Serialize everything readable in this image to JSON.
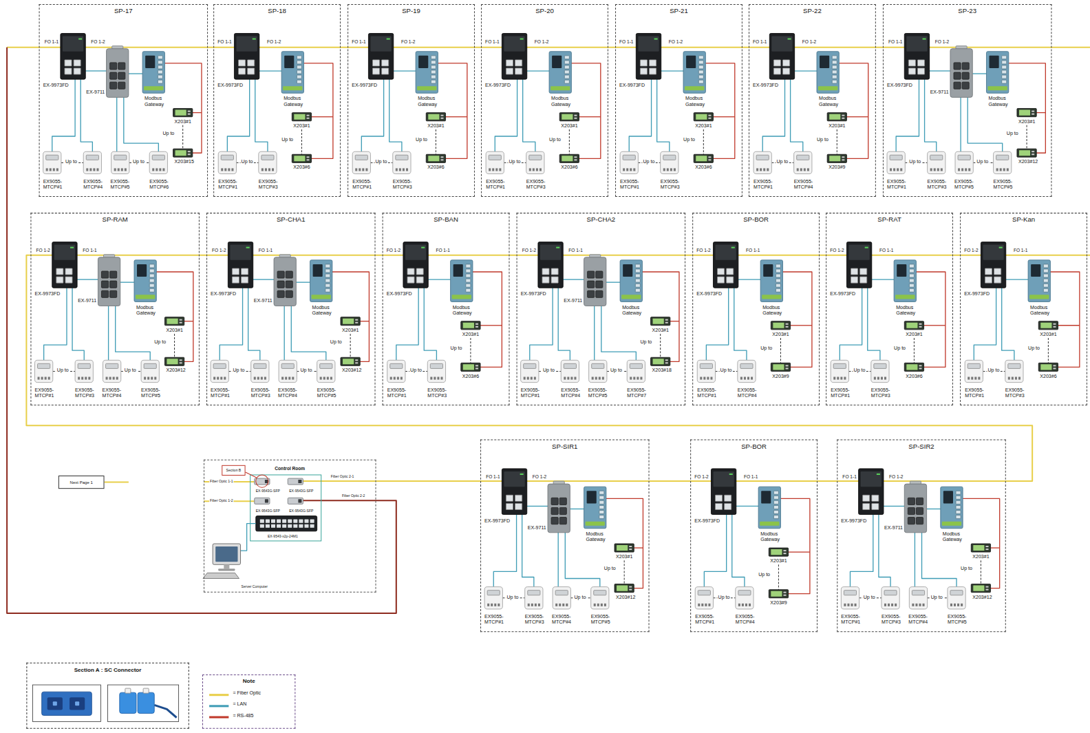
{
  "diagram": {
    "nodes": [
      {
        "text": [
          "SP-17",
          "FO 1-1",
          "FO 1-2",
          "EX-9973FD",
          "EX-9711",
          "Modbus Gateway",
          "X203#1",
          "Up to",
          "X203#15",
          "Up to",
          "Up to",
          "EX9055- MTCP#1",
          "EX9055- MTCP#4",
          "EX9055- MTCP#5",
          "EX9055- MTCP#6"
        ]
      },
      {
        "text": [
          "SP-18",
          "FO 1-1",
          "FO 1-2",
          "EX-9973FD",
          "Modbus Gateway",
          "X203#1",
          "Up to",
          "X203#6",
          "Up to",
          "EX9055- MTCP#1",
          "EX9055- MTCP#3"
        ]
      },
      {
        "text": [
          "SP-19",
          "FO 1-1",
          "FO 1-2",
          "EX-9973FD",
          "Modbus Gateway",
          "X203#1",
          "Up to",
          "X203#6",
          "Up to",
          "EX9055- MTCP#1",
          "EX9055- MTCP#3"
        ]
      },
      {
        "text": [
          "SP-20",
          "FO 1-1",
          "FO 1-2",
          "EX-9973FD",
          "Modbus Gateway",
          "X203#1",
          "Up to",
          "X203#6",
          "Up to",
          "EX9055- MTCP#1",
          "EX9055- MTCP#3"
        ]
      },
      {
        "text": [
          "SP-21",
          "FO 1-1",
          "FO 1-2",
          "EX-9973FD",
          "Modbus Gateway",
          "X203#1",
          "Up to",
          "X203#6",
          "Up to",
          "EX9055- MTCP#1",
          "EX9055- MTCP#3"
        ]
      },
      {
        "text": [
          "SP-22",
          "FO 1-1",
          "FO 1-2",
          "EX-9973FD",
          "Modbus Gateway",
          "X203#1",
          "Up to",
          "X203#9",
          "Up to",
          "EX9055- MTCP#1",
          "EX9055- MTCP#4"
        ]
      },
      {
        "text": [
          "SP-23",
          "FO 1-1",
          "FO 1-2",
          "EX-9973FD",
          "EX-9711",
          "Modbus Gateway",
          "X203#1",
          "Up to",
          "X203#12",
          "Up to",
          "Up to",
          "EX9055- MTCP#1",
          "EX9055- MTCP#3",
          "EX9055- MTCP#5",
          "EX9055- MTCP#5"
        ]
      },
      {
        "text": [
          "SP-RAM",
          "FO 1-2",
          "FO 1-1",
          "EX-9973FD",
          "EX-9711",
          "Modbus Gateway",
          "X203#1",
          "Up to",
          "X203#12",
          "Up to",
          "Up to",
          "EX9055- MTCP#1",
          "EX9055- MTCP#3",
          "EX9055- MTCP#4",
          "EX9055- MTCP#5"
        ]
      },
      {
        "text": [
          "SP-CHA1",
          "FO 1-2",
          "FO 1-1",
          "EX-9973FD",
          "EX-9711",
          "Modbus Gateway",
          "X203#1",
          "Up to",
          "X203#12",
          "Up to",
          "Up to",
          "EX9055- MTCP#1",
          "EX9055- MTCP#3",
          "EX9055- MTCP#4",
          "EX9055- MTCP#5"
        ]
      },
      {
        "text": [
          "SP-BAN",
          "FO 1-2",
          "FO 1-1",
          "EX-9973FD",
          "Modbus Gateway",
          "X203#1",
          "Up to",
          "X203#6",
          "Up to",
          "EX9055- MTCP#1",
          "EX9055- MTCP#3"
        ]
      },
      {
        "text": [
          "SP-CHA2",
          "FO 1-2",
          "FO 1-1",
          "EX-9973FD",
          "EX-9711",
          "Modbus Gateway",
          "X203#1",
          "Up to",
          "X203#18",
          "Up to",
          "Up to",
          "EX9055- MTCP#1",
          "EX9055- MTCP#4",
          "EX9055- MTCP#5",
          "EX9055- MTCP#7"
        ]
      },
      {
        "text": [
          "SP-BOR",
          "FO 1-2",
          "FO 1-1",
          "EX-9973FD",
          "Modbus Gateway",
          "X203#1",
          "Up to",
          "X203#9",
          "Up to",
          "EX9055- MTCP#1",
          "EX9055- MTCP#4"
        ]
      },
      {
        "text": [
          "SP-RAT",
          "FO 1-2",
          "FO 1-1",
          "EX-9973FD",
          "Modbus Gateway",
          "X203#1",
          "Up to",
          "X203#6",
          "Up to",
          "EX9055- MTCP#1",
          "EX9055- MTCP#3"
        ]
      },
      {
        "text": [
          "SP-Kan",
          "FO 1-2",
          "FO 1-1",
          "EX-9973FD",
          "Modbus Gateway",
          "X203#1",
          "Up to",
          "X203#6",
          "Up to",
          "EX9055- MTCP#1",
          "EX9055- MTCP#3"
        ]
      },
      {
        "text": [
          "Next Page 1"
        ]
      },
      {
        "text": [
          "Control Room",
          "Fiber Optic 1-1",
          "Fiber Optic 1-2",
          "Fiber Optic 2-1",
          "Fiber Optic 2-2",
          "EX-9543G-SFP",
          "EX-9543G-SFP",
          "EX-9543G-SFP",
          "EX-9543G-SFP",
          "EX-9543-x2p-24M1",
          "Server Computer"
        ]
      },
      {
        "text": [
          "Section B"
        ],
        "in": 15
      },
      {
        "text": [
          "SP-SIR1",
          "FO 1-1",
          "FO 1-2",
          "EX-9973FD",
          "EX-9711",
          "Modbus Gateway",
          "X203#1",
          "Up to",
          "X203#12",
          "Up to",
          "Up to",
          "EX9055- MTCP#1",
          "EX9055- MTCP#3",
          "EX9055- MTCP#4",
          "EX9055- MTCP#5"
        ]
      },
      {
        "text": [
          "SP-BOR",
          "FO 1-2",
          "FO 1-1",
          "EX-9973FD",
          "Modbus Gateway",
          "X203#1",
          "Up to",
          "X203#9",
          "Up to",
          "EX9055- MTCP#1",
          "EX9055- MTCP#4"
        ]
      },
      {
        "text": [
          "SP-SIR2",
          "FO 1-1",
          "FO 1-2",
          "EX-9973FD",
          "EX-9711",
          "Modbus Gateway",
          "X203#1",
          "Up to",
          "X203#12",
          "Up to",
          "Up to",
          "EX9055- MTCP#1",
          "EX9055- MTCP#3",
          "EX9055- MTCP#4",
          "EX9055- MTCP#5"
        ]
      },
      {
        "text": [
          "Section A : SC Connector"
        ]
      },
      {
        "text": [
          "Note"
        ]
      }
    ],
    "legend": [
      {
        "text": "= Fiber Optic",
        "color": "#e8cf4a"
      },
      {
        "text": "= LAN",
        "color": "#3e9cb5"
      },
      {
        "text": "= RS-485",
        "color": "#c0392b"
      }
    ]
  }
}
